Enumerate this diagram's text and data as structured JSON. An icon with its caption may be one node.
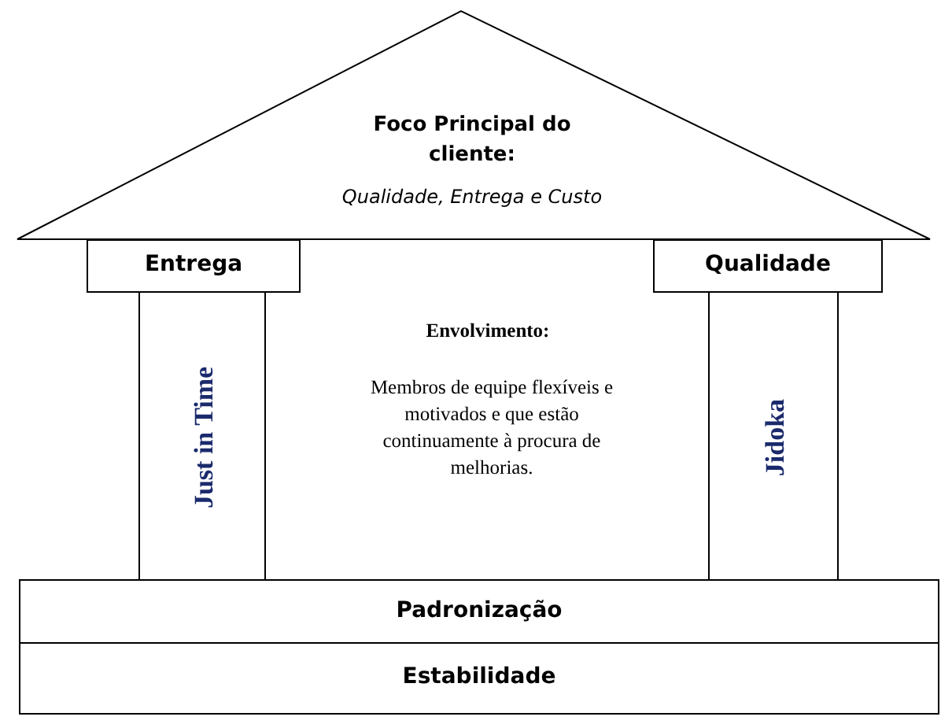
{
  "diagram": {
    "nodes": [
      {
        "text": [
          "Foco Principal do cliente:",
          "Qualidade, Entrega e Custo"
        ]
      },
      {
        "text": [
          "Entrega"
        ]
      },
      {
        "text": [
          "Qualidade"
        ]
      },
      {
        "text": [
          "Just in Time"
        ]
      },
      {
        "text": [
          "Jidoka"
        ]
      },
      {
        "text": [
          "Padronização"
        ]
      },
      {
        "text": [
          "Estabilidade"
        ]
      }
    ],
    "labels": [
      "Envolvimento:",
      "Membros de equipe flexíveis e motivados e que estão continuamente à procura de melhorias."
    ]
  }
}
